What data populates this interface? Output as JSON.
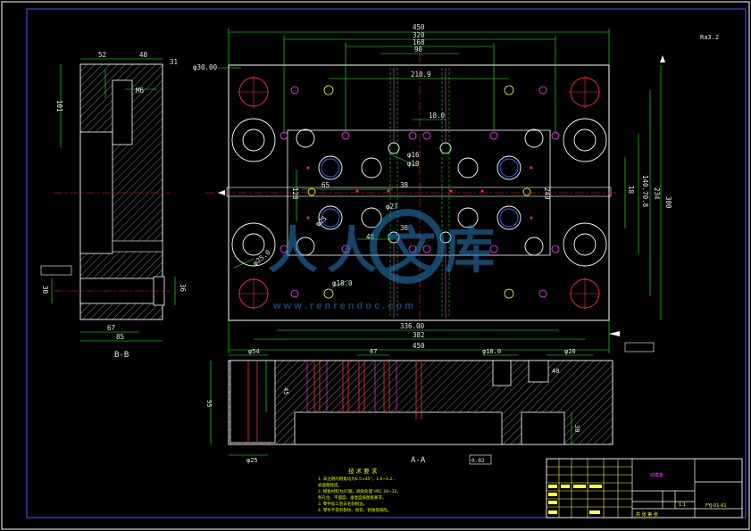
{
  "drawing": {
    "dims_top": [
      "450",
      "320",
      "168",
      "90",
      "210.9",
      "18.0"
    ],
    "dims_right": [
      "300",
      "234",
      "140.70.8",
      "249",
      "18"
    ],
    "dims_bottom": [
      "336.00",
      "382",
      "450"
    ],
    "dim_hole_dia": "φ30.00",
    "dim_center_labels": [
      "φ16",
      "φ10",
      "φ27",
      "φ25",
      "φ18.0",
      "φ25.0"
    ],
    "dim_inner": [
      "65",
      "38",
      "128",
      "48",
      "36"
    ],
    "left_view": {
      "dims_top": [
        "52",
        "40",
        "31"
      ],
      "dim_left": "101",
      "dim_small": "M6",
      "dims_bottom": [
        "67",
        "85"
      ],
      "dims_side": [
        "30",
        "36"
      ],
      "section_label": "B-B"
    },
    "bottom_view": {
      "dims_top": [
        "φ54",
        "67",
        "φ18.0",
        "φ20",
        "40"
      ],
      "dims_left": [
        "95",
        "45"
      ],
      "dim_bottom": "φ25",
      "dim_right": "30",
      "section_label": "A-A"
    },
    "roughness_mark": "Ra3.2",
    "tolerance_box": "0.02"
  },
  "notes": {
    "title": "技 术 要 求",
    "lines": [
      "1. 未注明的倒角均为0.5×45°，1.6~3.2...",
      "   表面粗糙度。",
      "2. 模板材料为45钢，调质处理 HRC 28~32，",
      "   各孔位、平面度、垂直度按图纸要求。",
      "3. 零件加工后去毛刺锐边。",
      "4. 零件不得有裂纹、划伤、锈蚀等缺陷。"
    ]
  },
  "title_block": {
    "part_name": "动模板",
    "drawing_no": "FYJ-01-01",
    "scale": "1:1",
    "sheet": "共 张 第 张"
  },
  "watermark": {
    "text": "人人文库",
    "url": "w w w . r e n r e n d o c . c o m"
  }
}
